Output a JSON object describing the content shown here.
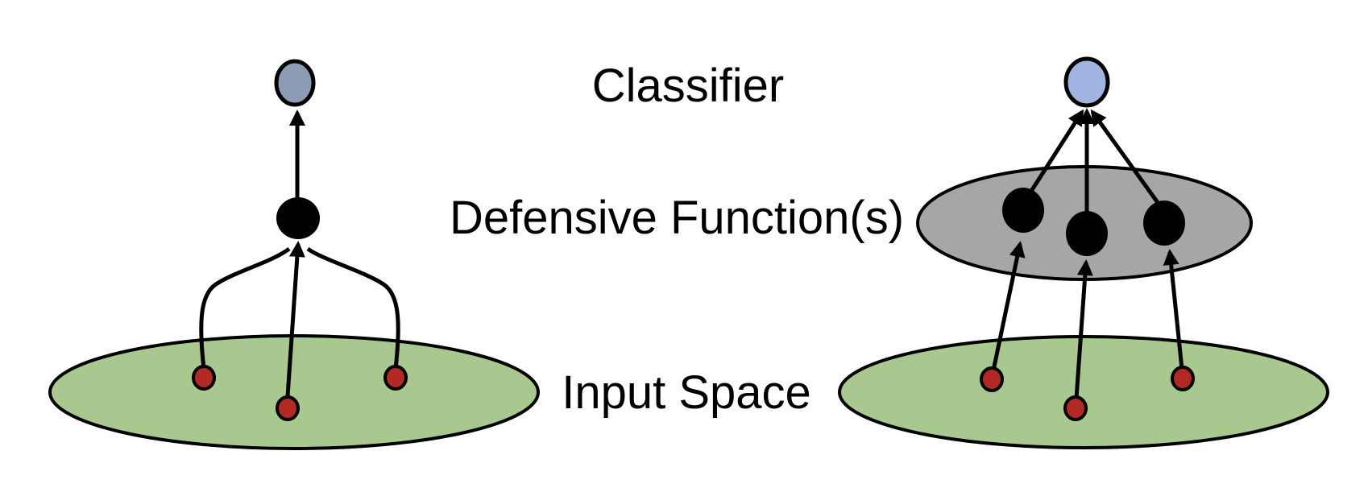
{
  "figure": {
    "kind": "schematic-diagram",
    "description": "Two network schematics comparing a single defensive function (left) with an ensemble of defensive functions (right) between an input space and a classifier",
    "labels": {
      "classifier": "Classifier",
      "defensive_functions": "Defensive Function(s)",
      "input_space": "Input Space"
    },
    "panels": [
      {
        "side": "left",
        "defense_nodes": 1,
        "input_points": 3,
        "has_defense_ellipse": false
      },
      {
        "side": "right",
        "defense_nodes": 3,
        "input_points": 3,
        "has_defense_ellipse": true
      }
    ]
  },
  "colors": {
    "bg": "#ffffff",
    "line": "#000000",
    "green": "#a9c88f",
    "gray": "#a6a6a6",
    "blueGrayLeft": "#8d9cb4",
    "blueRight": "#9fb4e0",
    "red": "#b22a23"
  }
}
